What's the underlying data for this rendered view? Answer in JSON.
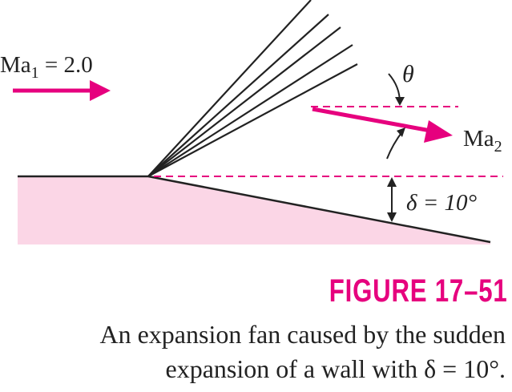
{
  "diagram": {
    "upstream_mach": {
      "main": "Ma",
      "sub": "1",
      "rest": " = 2.0"
    },
    "downstream_mach": {
      "main": "Ma",
      "sub": "2"
    },
    "angle_theta": "θ",
    "angle_delta": "δ = 10°",
    "colors": {
      "accent": "#e6007e",
      "wall_fill": "#fbd6e6",
      "line": "#222222"
    }
  },
  "figure": {
    "label": "FIGURE 17–51",
    "caption_line1": "An expansion fan caused by the sudden",
    "caption_line2": "expansion of a wall with δ = 10°."
  }
}
